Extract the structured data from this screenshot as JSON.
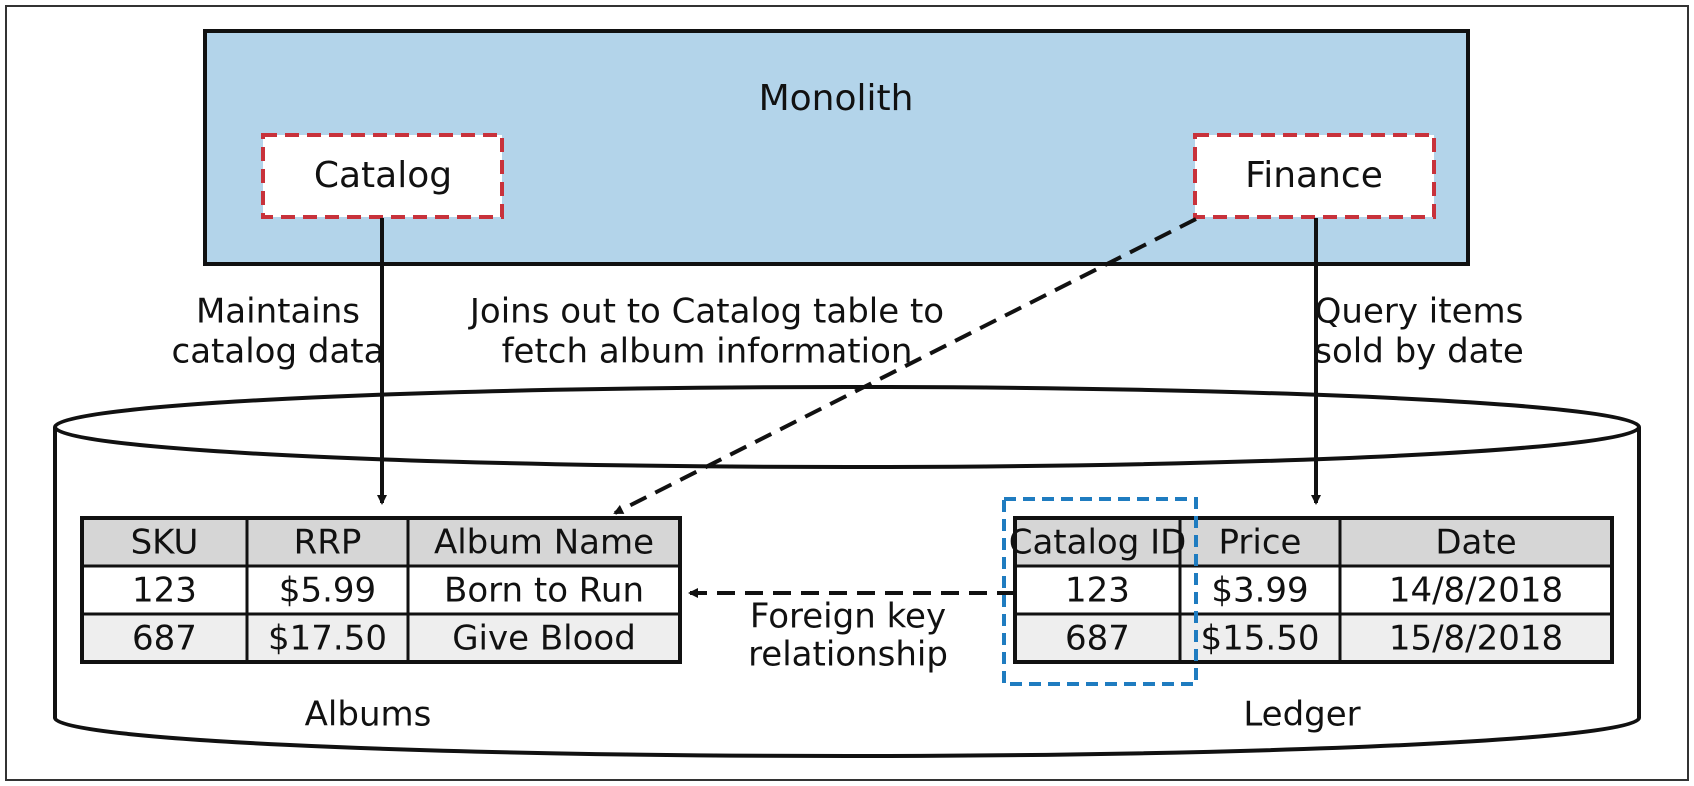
{
  "colors": {
    "monolith_fill": "#b3d4ea",
    "module_border": "#c8323b",
    "foreign_key_border": "#1f7cc0",
    "table_header_fill": "#d6d6d6",
    "table_alt_row_fill": "#eeeeee"
  },
  "monolith": {
    "title": "Monolith",
    "catalog_label": "Catalog",
    "finance_label": "Finance"
  },
  "annotations": {
    "maintains": [
      "Maintains",
      "catalog data"
    ],
    "joins": [
      "Joins out to Catalog table to",
      "fetch album information"
    ],
    "query": [
      "Query items",
      "sold by date"
    ],
    "foreign_key": [
      "Foreign key",
      "relationship"
    ]
  },
  "albums": {
    "name": "Albums",
    "headers": [
      "SKU",
      "RRP",
      "Album Name"
    ],
    "rows": [
      [
        "123",
        "$5.99",
        "Born to Run"
      ],
      [
        "687",
        "$17.50",
        "Give Blood"
      ]
    ]
  },
  "ledger": {
    "name": "Ledger",
    "headers": [
      "Catalog ID",
      "Price",
      "Date"
    ],
    "rows": [
      [
        "123",
        "$3.99",
        "14/8/2018"
      ],
      [
        "687",
        "$15.50",
        "15/8/2018"
      ]
    ]
  }
}
